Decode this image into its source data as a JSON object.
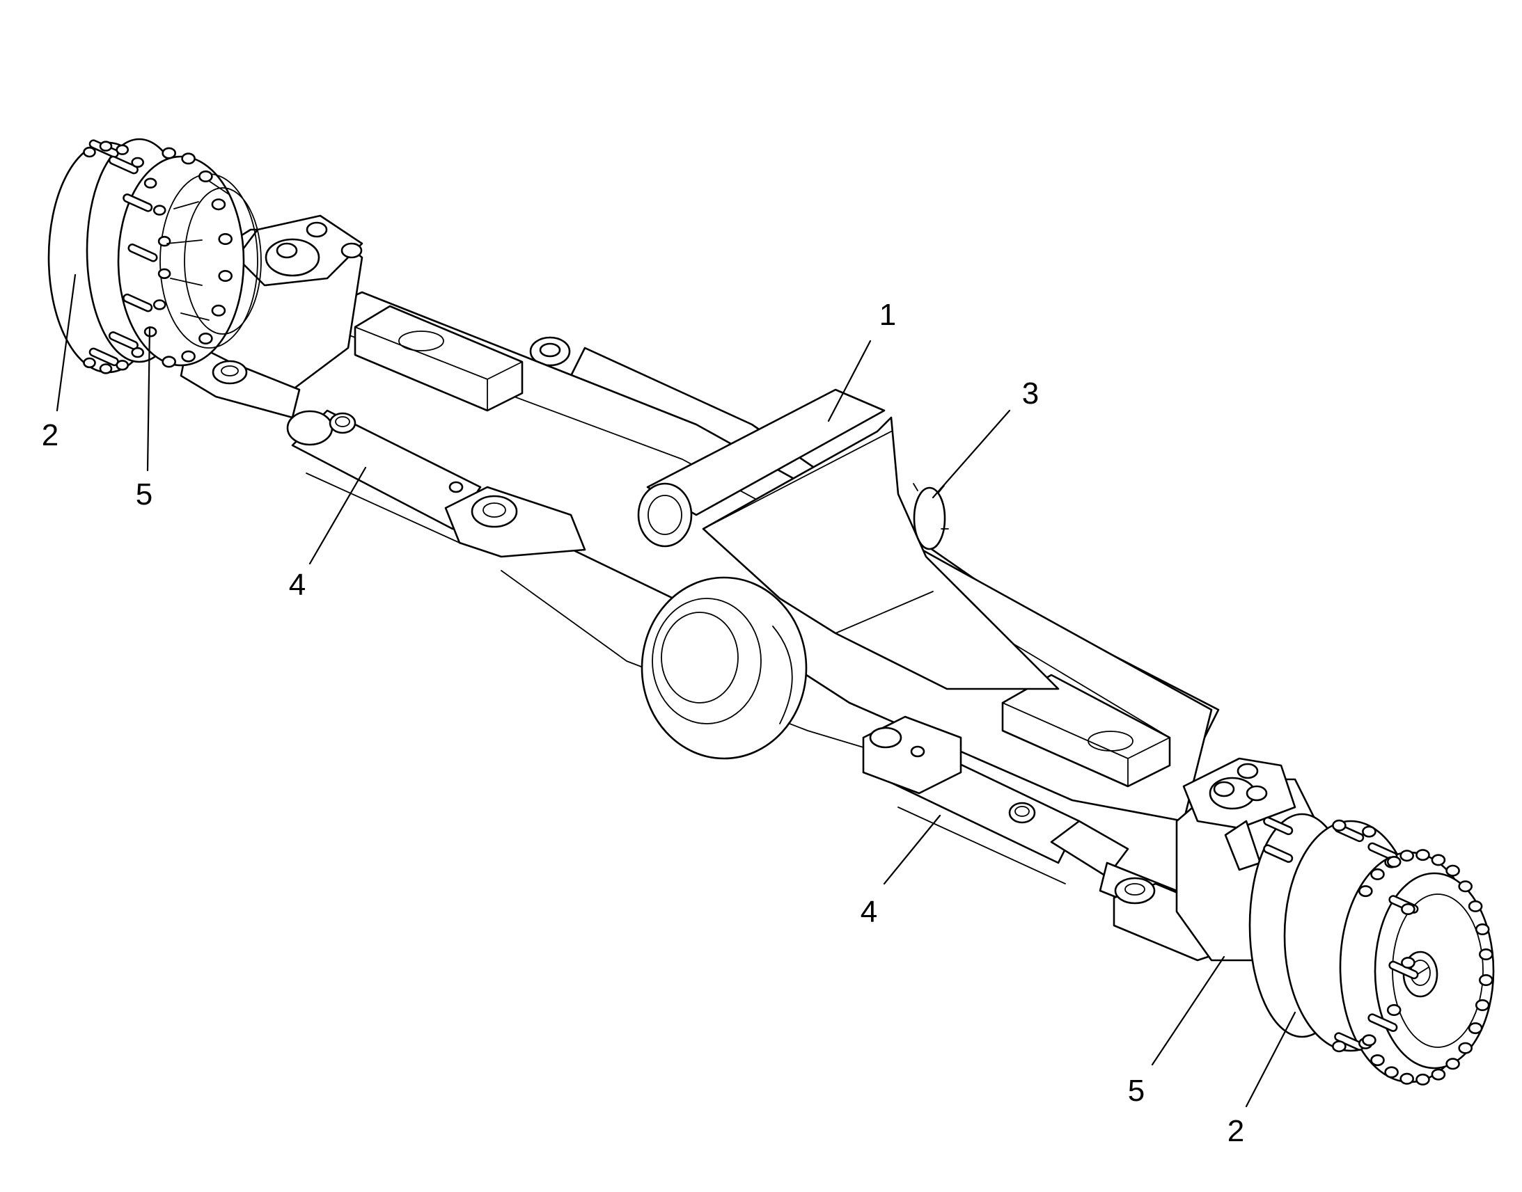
{
  "callouts": {
    "axle_housing": "1",
    "wheel_hub_left": "2",
    "wheel_hub_right": "2",
    "center_fitting": "3",
    "steering_cylinder_left": "4",
    "steering_cylinder_right": "4",
    "knuckle_left": "5",
    "knuckle_right": "5"
  }
}
